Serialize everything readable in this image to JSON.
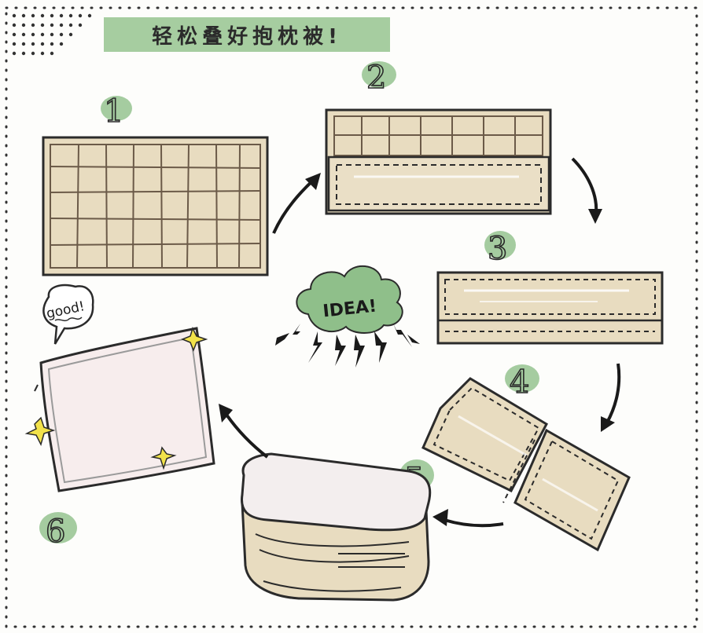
{
  "title": "轻松叠好抱枕被!",
  "steps": [
    "1",
    "2",
    "3",
    "4",
    "5",
    "6"
  ],
  "idea_label": "IDEA!",
  "good_label": "good!",
  "colors": {
    "beige": "#e8dcc0",
    "grid_line": "#6b5a48",
    "outline": "#2b2b2b",
    "green_blob": "#8fbf8a",
    "title_bg": "#9cc896",
    "sparkle": "#f2e24a",
    "pillow": "#f6eeee"
  }
}
